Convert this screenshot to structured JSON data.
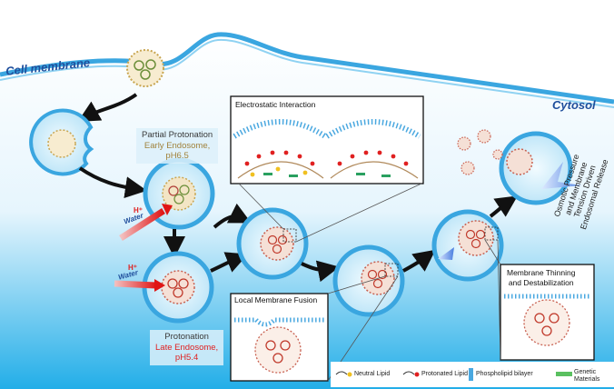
{
  "labels": {
    "cell_membrane": "Cell membrane",
    "cytosol": "Cytosol",
    "partial_protonation": "Partial Protonation",
    "early_endosome": "Early Endosome,",
    "early_ph": "pH6.5",
    "protonation": "Protonation",
    "late_endosome": "Late Endosome,",
    "late_ph": "pH5.4",
    "h_plus": "H⁺",
    "water": "Water",
    "electrostatic": "Electrostatic Interaction",
    "local_fusion": "Local Membrane Fusion",
    "thinning_line1": "Membrane Thinning",
    "thinning_line2": "and Destabilization",
    "release_line1": "Osmotic Pressure",
    "release_line2": "and Membrane",
    "release_line3": "Tension Driven",
    "release_line4": "Endosomal Release"
  },
  "legend": {
    "neutral": "Neutral Lipid",
    "protonated": "Protonated Lipid",
    "bilayer": "Phospholipid bilayer",
    "genetic": "Genetic Materials"
  },
  "colors": {
    "early_text": "#a0823c",
    "late_text": "#e02020",
    "membrane": "#3aa6e0",
    "arrow_red": "#e02020",
    "title_blue": "#1f4e9c"
  }
}
